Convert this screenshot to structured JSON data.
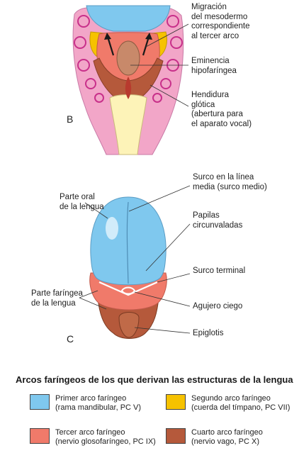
{
  "colors": {
    "first_arch": "#7fc8ee",
    "second_arch": "#f6c200",
    "third_arch": "#f07a6a",
    "fourth_arch": "#b5593b",
    "pink": "#f2a6c8",
    "cream": "#fdf3b8",
    "magenta": "#c8308a"
  },
  "panelB": {
    "letter": "B",
    "labels": {
      "migracion": "Migración\ndel mesodermo\ncorrespondiente\nal tercer arco",
      "eminencia": "Eminencia\nhipofaríngea",
      "hendidura": "Hendidura\nglótica\n(abertura para\nel aparato vocal)"
    }
  },
  "panelC": {
    "letter": "C",
    "labels": {
      "surco_linea": "Surco en la línea\nmedia (surco medio)",
      "parte_oral": "Parte oral\nde la lengua",
      "papilas": "Papilas\ncircunvaladas",
      "surco_terminal": "Surco terminal",
      "parte_faringea": "Parte faríngea\nde la lengua",
      "agujero": "Agujero ciego",
      "epiglotis": "Epiglotis"
    }
  },
  "legend": {
    "title": "Arcos faríngeos de los que derivan las estructuras de la lengua",
    "items": [
      {
        "label": "Primer arco faríngeo\n(rama mandibular, PC V)"
      },
      {
        "label": "Segundo arco faríngeo\n(cuerda del tímpano, PC VII)"
      },
      {
        "label": "Tercer arco faríngeo\n(nervio glosofaríngeo, PC IX)"
      },
      {
        "label": "Cuarto arco faríngeo\n(nervio vago, PC X)"
      }
    ]
  }
}
